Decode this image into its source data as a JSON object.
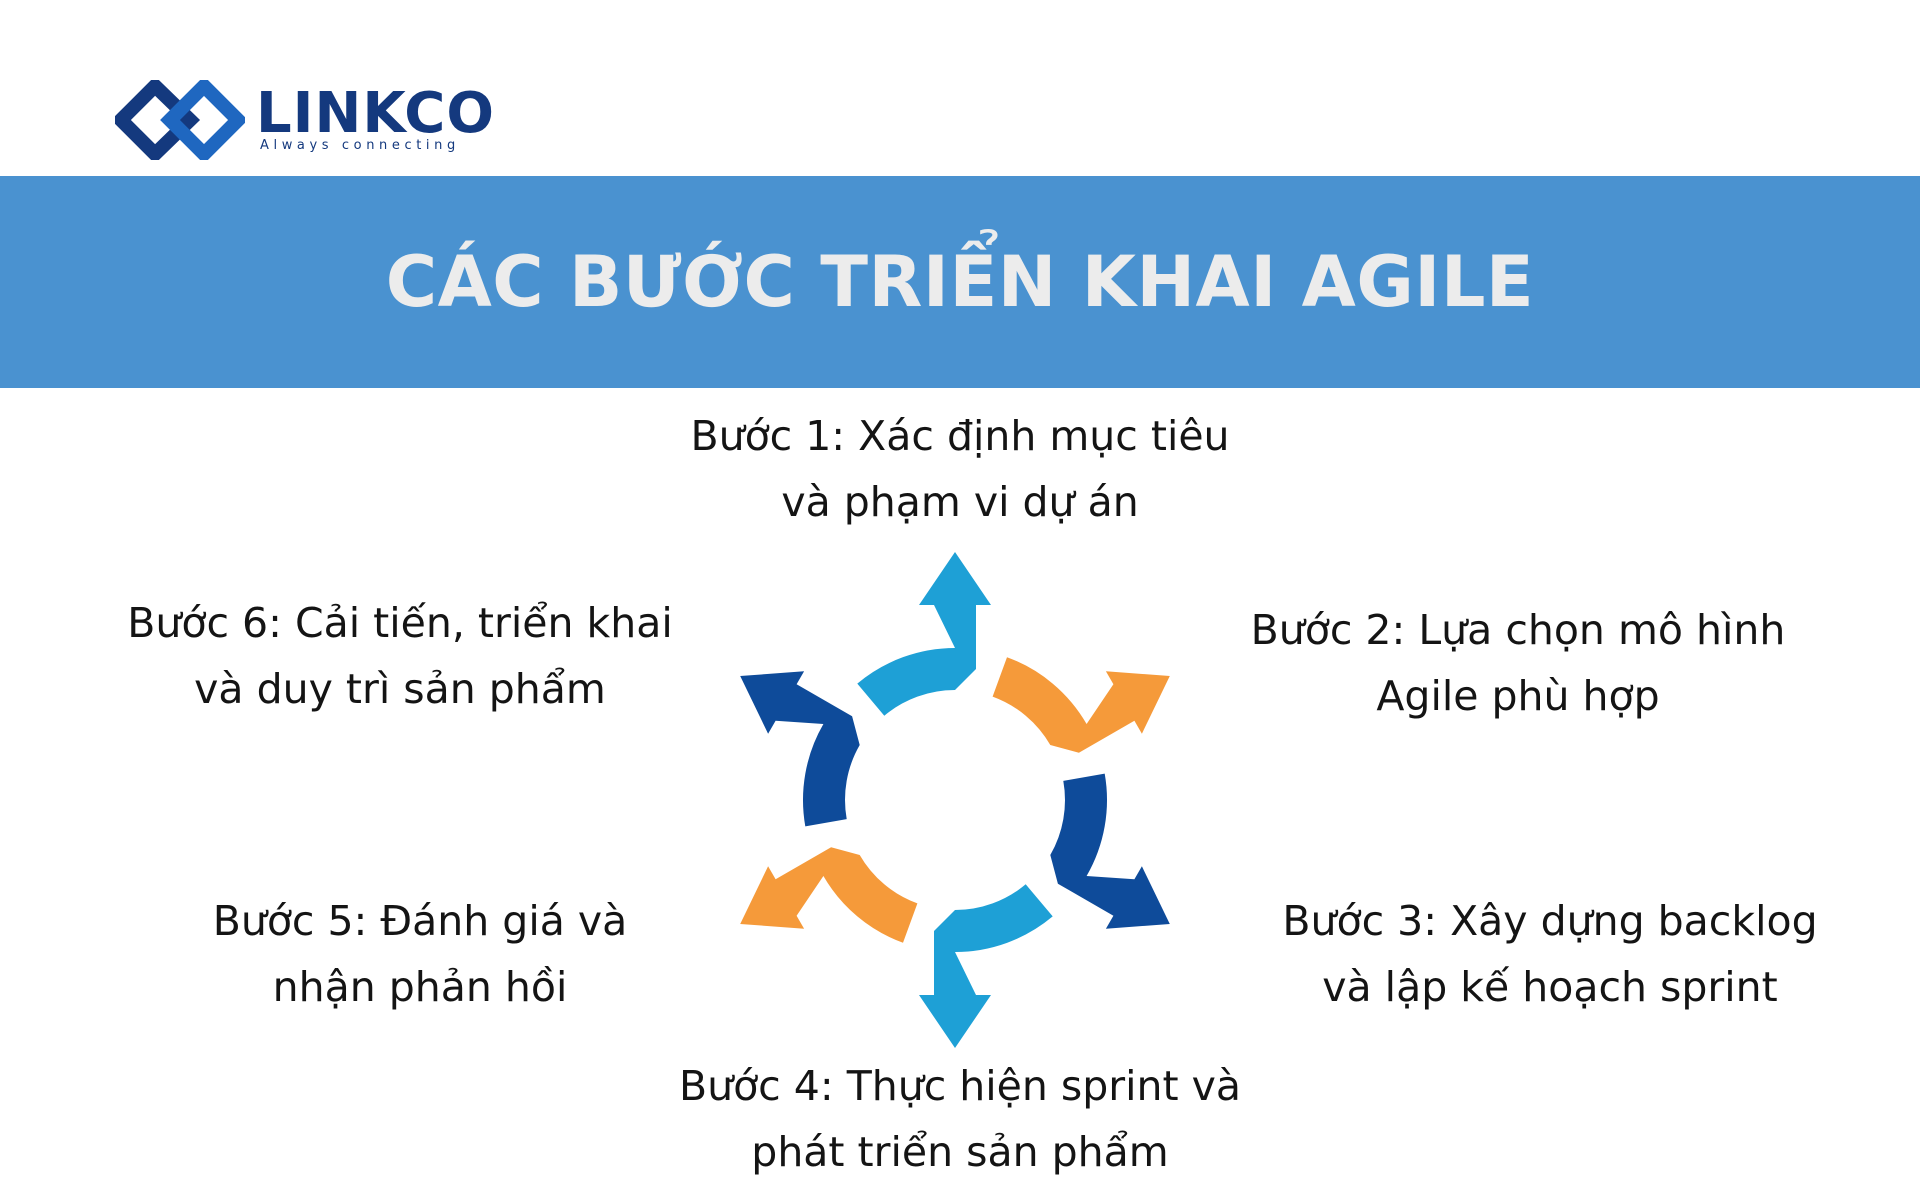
{
  "brand": {
    "name": "LINKCO",
    "tagline": "Always connecting",
    "primary_color": "#14397e",
    "accent_color": "#1f67c0"
  },
  "banner": {
    "title": "CÁC BƯỚC TRIỂN KHAI AGILE",
    "background": "#4a92d0"
  },
  "cycle": {
    "colors": {
      "light_blue": "#1ea0d6",
      "orange": "#f59a3a",
      "dark_blue": "#0e4b9a"
    },
    "segments": [
      {
        "name": "step-1-arrow",
        "color": "light_blue"
      },
      {
        "name": "step-2-arrow",
        "color": "orange"
      },
      {
        "name": "step-3-arrow",
        "color": "dark_blue"
      },
      {
        "name": "step-4-arrow",
        "color": "light_blue"
      },
      {
        "name": "step-5-arrow",
        "color": "orange"
      },
      {
        "name": "step-6-arrow",
        "color": "dark_blue"
      }
    ]
  },
  "steps": [
    {
      "line1": "Bước 1: Xác định mục tiêu",
      "line2": "và phạm vi dự án"
    },
    {
      "line1": "Bước 2: Lựa chọn mô hình",
      "line2": "Agile phù hợp"
    },
    {
      "line1": "Bước 3: Xây dựng backlog",
      "line2": "và lập kế hoạch sprint"
    },
    {
      "line1": "Bước 4: Thực hiện sprint và",
      "line2": "phát triển sản phẩm"
    },
    {
      "line1": "Bước 5: Đánh giá và",
      "line2": "nhận phản hồi"
    },
    {
      "line1": "Bước 6: Cải tiến, triển khai",
      "line2": "và duy trì sản phẩm"
    }
  ]
}
